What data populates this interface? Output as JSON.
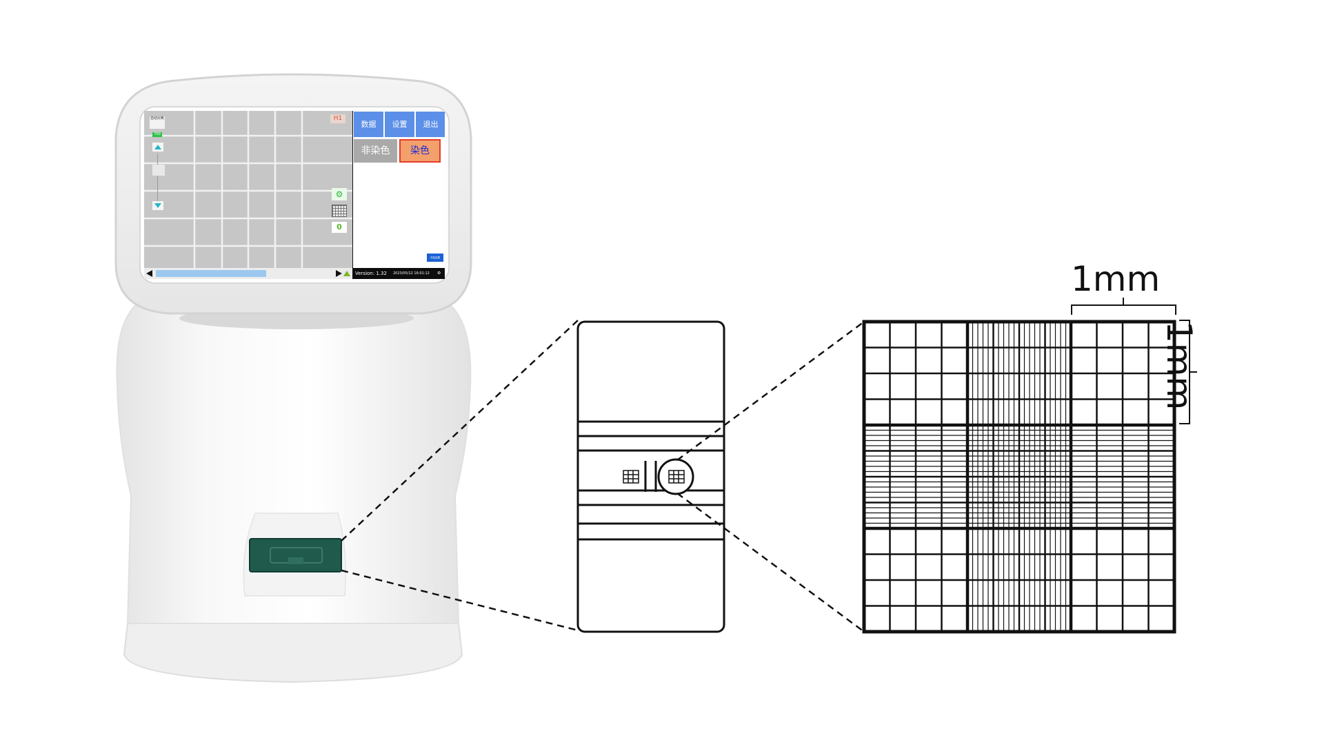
{
  "device": {
    "screen": {
      "viewer": {
        "auto_focus_label": "自动对焦",
        "focus_value": "700",
        "channel_badge": "H1",
        "count_value": "0",
        "icons": [
          "triangle-up-icon",
          "triangle-down-icon",
          "microscope-icon",
          "calculator-grid-icon",
          "scroll-left-icon",
          "scroll-right-icon",
          "warning-icon"
        ]
      },
      "panel": {
        "buttons": {
          "data": "数据",
          "settings": "设置",
          "exit": "退出"
        },
        "stain_toggle": {
          "unstained": "非染色",
          "stained": "染色"
        },
        "evaluate_button": "评估结果"
      },
      "statusbar": {
        "version": "Version: 1.32",
        "datetime": "2023/05/12 16:01:12"
      }
    }
  },
  "dimension_labels": {
    "width": "1mm",
    "height": "1mm"
  },
  "colors": {
    "button_blue": "#5b8fe8",
    "stained_fill": "#f4a06c",
    "stained_border": "#e43b28",
    "unstained_fill": "#a9a9a9",
    "focus_green": "#2ec24a",
    "slot_green": "#1f5a4c"
  }
}
